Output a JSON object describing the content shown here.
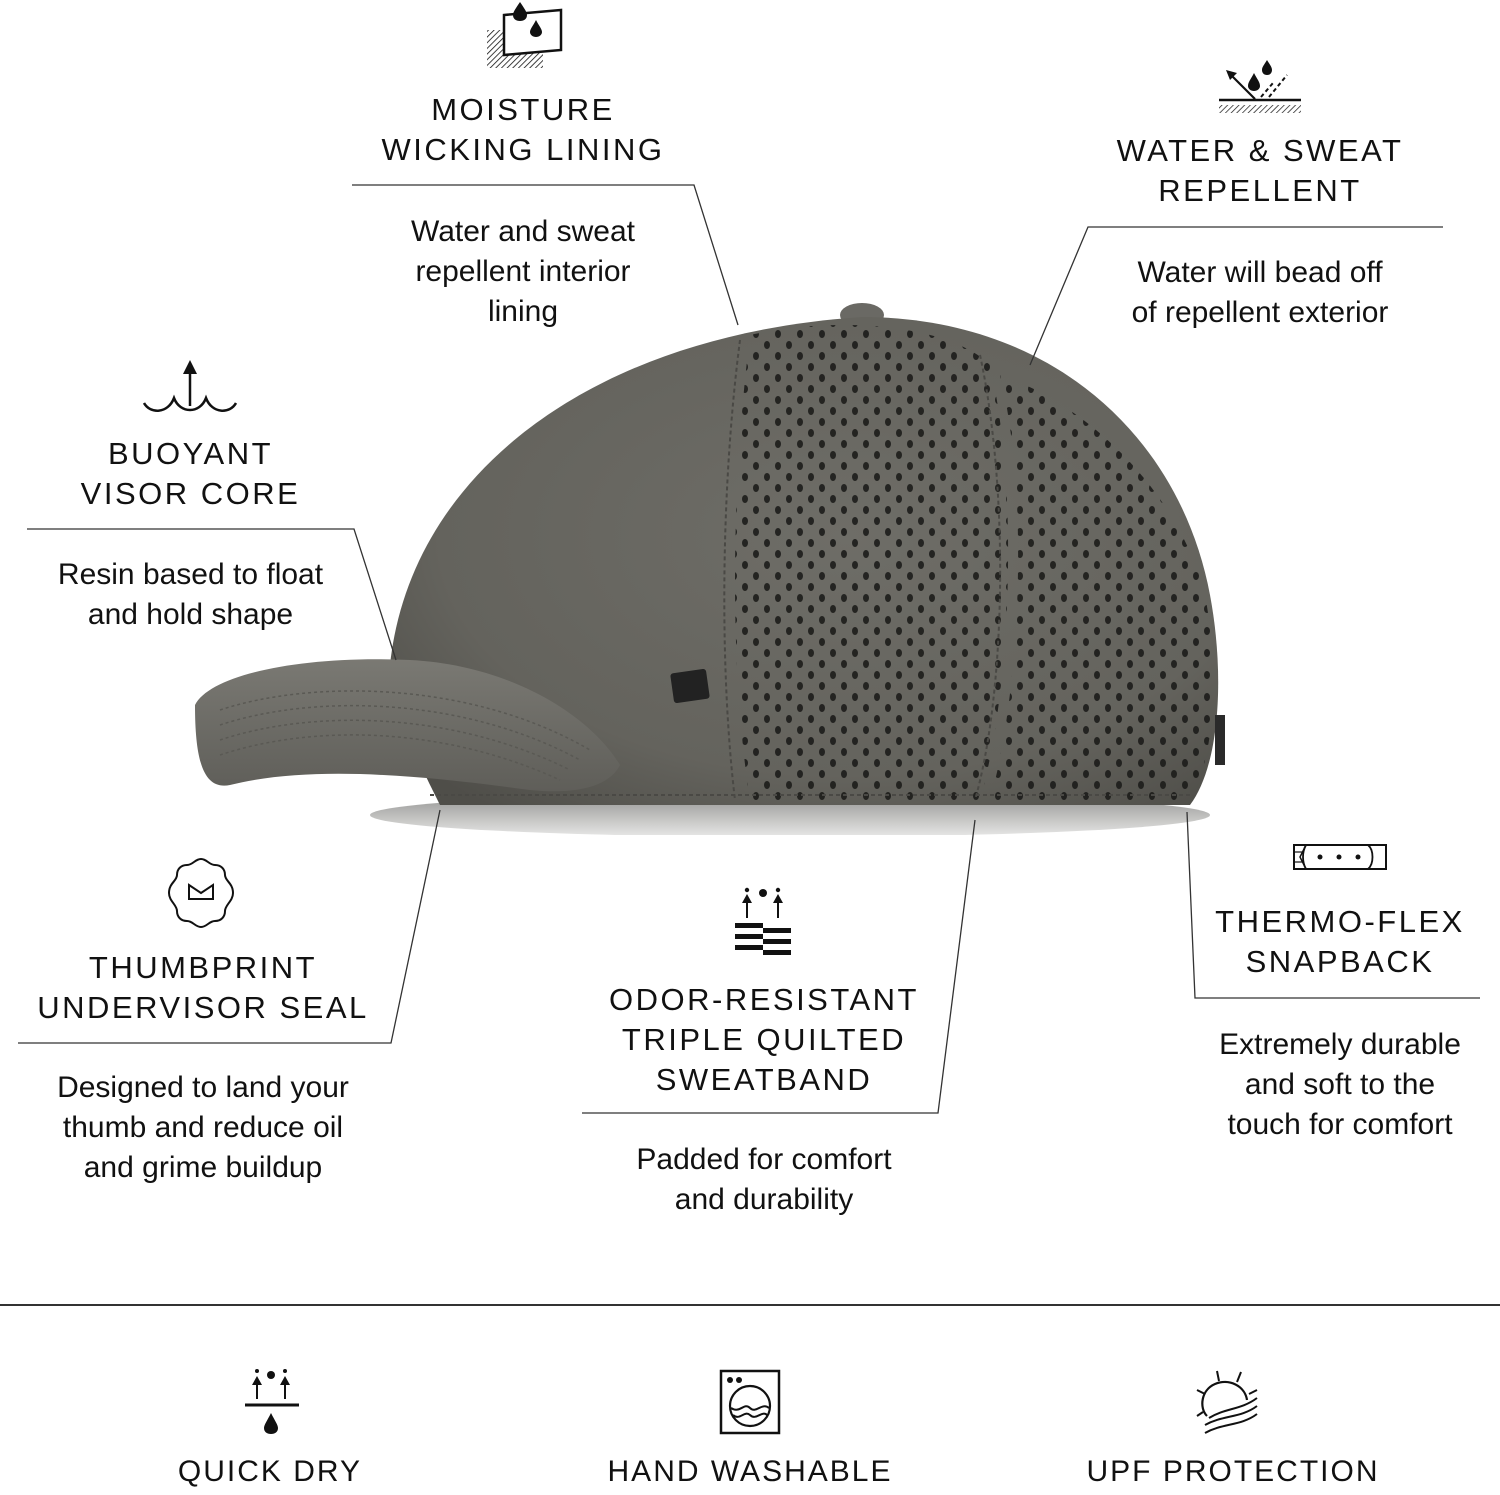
{
  "features": {
    "moisture": {
      "icon": "moisture-wicking-icon",
      "title_line1": "MOISTURE",
      "title_line2": "WICKING LINING",
      "desc_line1": "Water and sweat",
      "desc_line2": "repellent interior",
      "desc_line3": "lining"
    },
    "water": {
      "icon": "water-repellent-icon",
      "title_line1": "WATER & SWEAT",
      "title_line2": "REPELLENT",
      "desc_line1": "Water will bead off",
      "desc_line2": "of repellent exterior"
    },
    "buoyant": {
      "icon": "buoyant-wave-icon",
      "title_line1": "BUOYANT",
      "title_line2": "VISOR CORE",
      "desc_line1": "Resin based to float",
      "desc_line2": "and hold shape"
    },
    "thumbprint": {
      "icon": "thumbprint-seal-icon",
      "title_line1": "THUMBPRINT",
      "title_line2": "UNDERVISOR SEAL",
      "desc_line1": "Designed to land your",
      "desc_line2": "thumb and reduce oil",
      "desc_line3": "and grime buildup"
    },
    "sweatband": {
      "icon": "odor-resistant-sweatband-icon",
      "title_line1": "ODOR-RESISTANT",
      "title_line2": "TRIPLE QUILTED",
      "title_line3": "SWEATBAND",
      "desc_line1": "Padded for comfort",
      "desc_line2": "and durability"
    },
    "snapback": {
      "icon": "snapback-strap-icon",
      "title_line1": "THERMO-FLEX",
      "title_line2": "SNAPBACK",
      "desc_line1": "Extremely durable",
      "desc_line2": "and soft to the",
      "desc_line3": "touch for comfort"
    }
  },
  "bottom": [
    {
      "icon": "quick-dry-icon",
      "label": "QUICK DRY"
    },
    {
      "icon": "hand-washable-icon",
      "label": "HAND WASHABLE"
    },
    {
      "icon": "upf-sun-icon",
      "label": "UPF PROTECTION"
    }
  ],
  "colors": {
    "cap": "#6b6a64",
    "cap_dark": "#55544f",
    "ink": "#111111",
    "line": "#333333"
  }
}
